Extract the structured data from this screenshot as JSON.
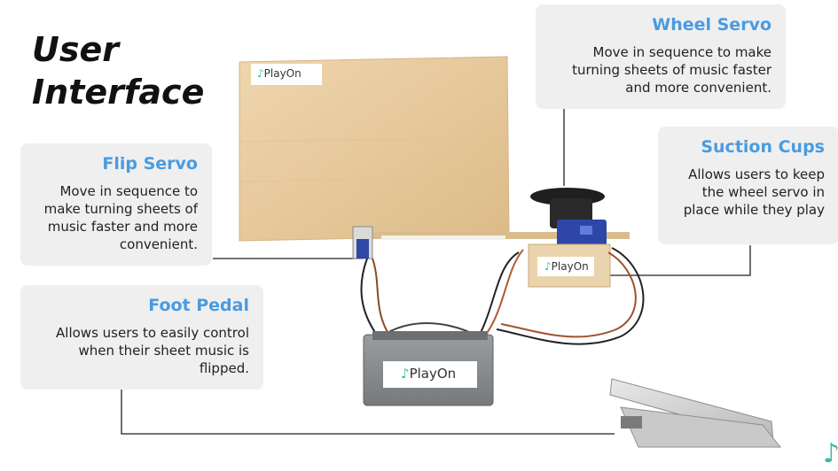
{
  "title": "User Interface",
  "cards": {
    "wheel_servo": {
      "title": "Wheel Servo",
      "desc": "Move in sequence to make turning sheets of music faster and more convenient."
    },
    "suction_cups": {
      "title": "Suction Cups",
      "desc": "Allows users to keep the wheel servo in place while they play"
    },
    "flip_servo": {
      "title": "Flip Servo",
      "desc": "Move in sequence to make turning sheets of music faster and more convenient."
    },
    "foot_pedal": {
      "title": "Foot Pedal",
      "desc": "Allows users to easily control when their sheet music is flipped."
    }
  },
  "labels": {
    "board": "PlayOn",
    "suction": "PlayOn",
    "box": "PlayOn"
  },
  "icons": {
    "logo": "music-note-icon",
    "corner": "music-note-icon"
  },
  "colors": {
    "accent": "#4a9be0",
    "card_bg": "#efefef",
    "wood": "#e9cfa6",
    "servo_blue": "#2d46a8",
    "box_gray": "#8b8e90",
    "teal_note": "#3fb8a6"
  }
}
